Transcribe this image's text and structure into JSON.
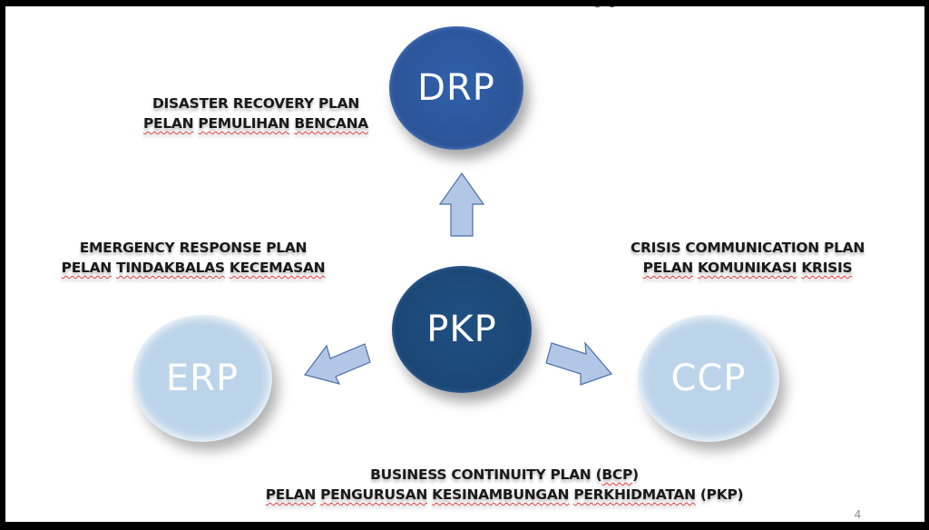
{
  "slide": {
    "page_number": "4"
  },
  "colors": {
    "drp_circle": "#2c5498",
    "pkp_circle": "#1b4674",
    "light_circle": "#bcd4ea",
    "arrow_fill": "#b2c6e6",
    "arrow_stroke": "#4a6fa8",
    "spellcheck_underline": "#e0393e"
  },
  "nodes": {
    "drp": {
      "abbr": "DRP",
      "label_line1": "DISASTER RECOVERY PLAN",
      "label_line2_words": [
        "PELAN",
        "PEMULIHAN",
        "BENCANA"
      ]
    },
    "erp": {
      "abbr": "ERP",
      "label_line1": "EMERGENCY RESPONSE PLAN",
      "label_line2_words": [
        "PELAN",
        "TINDAKBALAS",
        "KECEMASAN"
      ]
    },
    "ccp": {
      "abbr": "CCP",
      "label_line1": "CRISIS COMMUNICATION PLAN",
      "label_line2_words": [
        "PELAN",
        "KOMUNIKASI",
        "KRISIS"
      ]
    },
    "pkp": {
      "abbr": "PKP",
      "label_line1_prefix": "BUSINESS CONTINUITY PLAN (",
      "label_line1_abbr": "BCP",
      "label_line1_suffix": ")",
      "label_line2_words": [
        "PELAN",
        "PENGURUSAN",
        "KESINAMBUNGAN",
        "PERKHIDMATAN",
        "(PKP)"
      ]
    }
  },
  "arrows": [
    {
      "from": "PKP",
      "to": "DRP",
      "direction": "up"
    },
    {
      "from": "PKP",
      "to": "ERP",
      "direction": "down-left"
    },
    {
      "from": "PKP",
      "to": "CCP",
      "direction": "down-right"
    }
  ]
}
